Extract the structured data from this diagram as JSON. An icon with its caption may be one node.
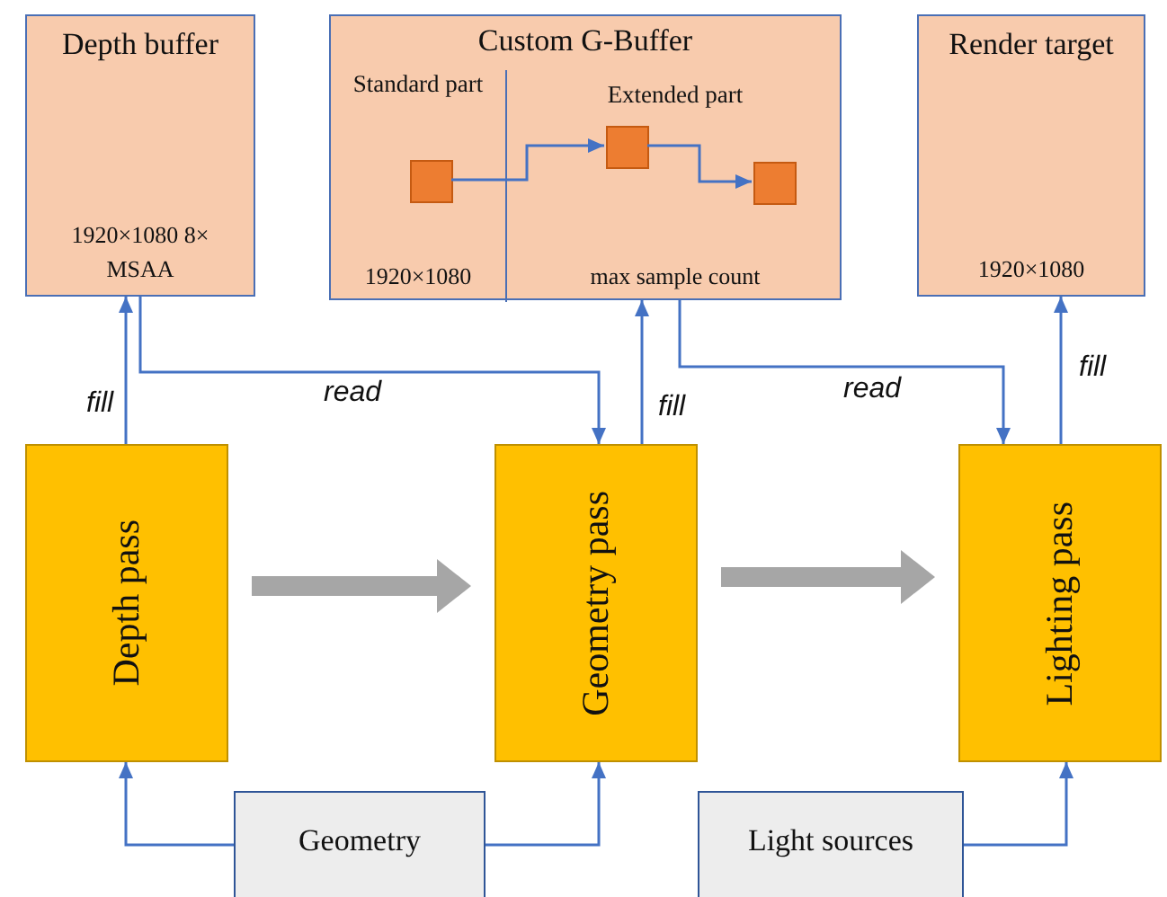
{
  "diagram": {
    "nodes": [
      {
        "text": [
          "Depth buffer",
          "1920×1080 8× MSAA"
        ]
      },
      {
        "text": [
          "Custom G-Buffer"
        ]
      },
      {
        "text": [
          "Standard part",
          "1920×1080"
        ],
        "in": 1
      },
      {
        "text": [
          "Extended part",
          "max sample count"
        ],
        "in": 1
      },
      {
        "text": [],
        "shape": "box",
        "in": 2
      },
      {
        "text": [],
        "shape": "box",
        "in": 3
      },
      {
        "text": [],
        "shape": "box",
        "in": 3
      },
      {
        "text": [
          "Render target",
          "1920×1080"
        ]
      },
      {
        "text": [
          "Depth pass"
        ]
      },
      {
        "text": [
          "Geometry pass"
        ]
      },
      {
        "text": [
          "Lighting pass"
        ]
      },
      {
        "text": [
          "Geometry"
        ]
      },
      {
        "text": [
          "Light sources"
        ]
      }
    ],
    "edges": [
      {
        "from": 8,
        "to": 0,
        "arrow": "to",
        "label": "fill"
      },
      {
        "from": 0,
        "to": 9,
        "arrow": "to",
        "label": "read"
      },
      {
        "from": 9,
        "to": 1,
        "arrow": "to",
        "label": "fill"
      },
      {
        "from": 1,
        "to": 10,
        "arrow": "to",
        "label": "read"
      },
      {
        "from": 10,
        "to": 7,
        "arrow": "to",
        "label": "fill"
      },
      {
        "from": 8,
        "to": 9,
        "arrow": "to",
        "style": "thick",
        "color": "#a6a6a6"
      },
      {
        "from": 9,
        "to": 10,
        "arrow": "to",
        "style": "thick",
        "color": "#a6a6a6"
      },
      {
        "from": 11,
        "to": 8,
        "arrow": "to"
      },
      {
        "from": 11,
        "to": 9,
        "arrow": "to"
      },
      {
        "from": 12,
        "to": 10,
        "arrow": "to"
      },
      {
        "from": 4,
        "to": 5,
        "arrow": "to"
      },
      {
        "from": 5,
        "to": 6,
        "arrow": "to"
      }
    ]
  }
}
